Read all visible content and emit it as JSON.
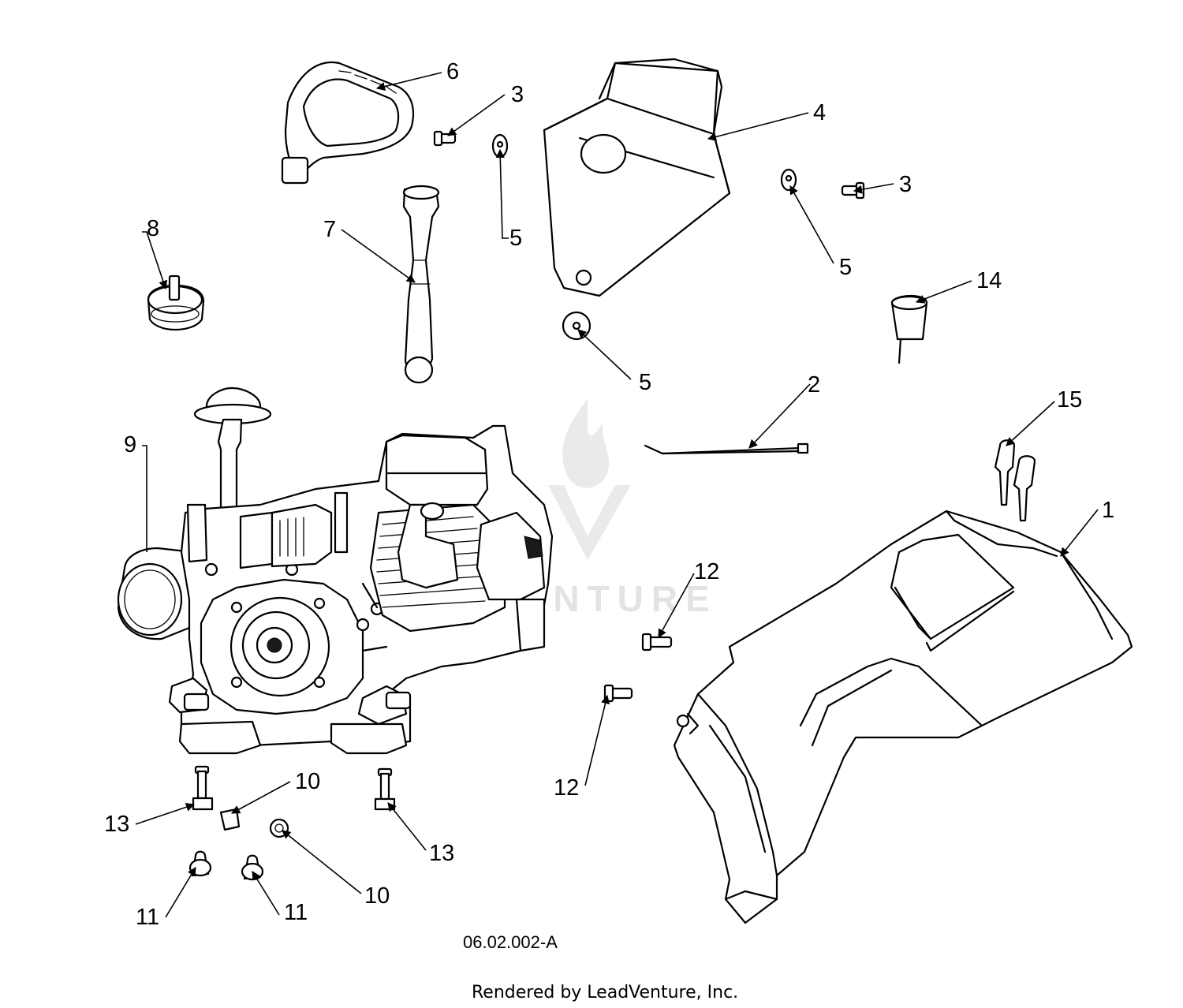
{
  "diagram": {
    "callouts": {
      "c1": "1",
      "c2": "2",
      "c3a": "3",
      "c3b": "3",
      "c4": "4",
      "c5a": "5",
      "c5b": "5",
      "c5c": "5",
      "c6": "6",
      "c7": "7",
      "c8": "8",
      "c9": "9",
      "c10a": "10",
      "c10b": "10",
      "c11a": "11",
      "c11b": "11",
      "c12a": "12",
      "c12b": "12",
      "c13a": "13",
      "c13b": "13",
      "c14": "14",
      "c15": "15"
    },
    "drawing_id": "06.02.002-A"
  },
  "footer": {
    "rendered_by": "Rendered by LeadVenture, Inc."
  },
  "watermark": {
    "text": "VENTURE"
  }
}
